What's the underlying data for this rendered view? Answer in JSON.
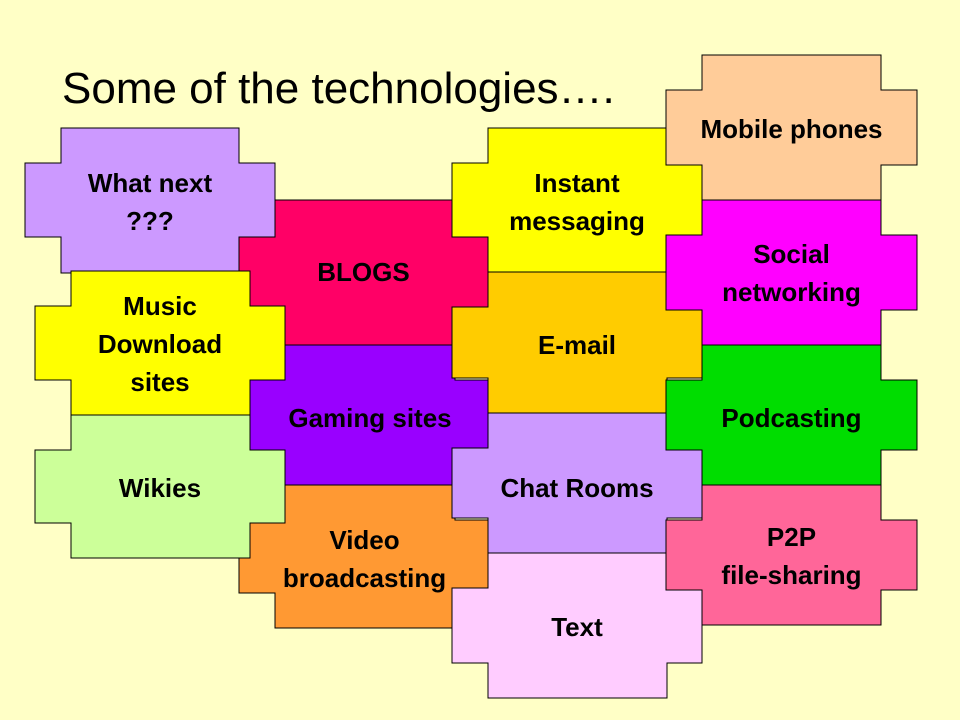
{
  "title": "Some of the technologies….",
  "pieces": [
    {
      "id": "blogs",
      "lines": [
        "BLOGS"
      ],
      "color": "#FF0066"
    },
    {
      "id": "video",
      "lines": [
        "Video",
        "broadcasting"
      ],
      "color": "#FF9933"
    },
    {
      "id": "gaming",
      "lines": [
        "Gaming sites"
      ],
      "color": "#9900FF"
    },
    {
      "id": "instant",
      "lines": [
        "Instant",
        "messaging"
      ],
      "color": "#FFFF00"
    },
    {
      "id": "email",
      "lines": [
        "E-mail"
      ],
      "color": "#FFCC00"
    },
    {
      "id": "text",
      "lines": [
        "Text"
      ],
      "color": "#FFCCFF"
    },
    {
      "id": "chat",
      "lines": [
        "Chat Rooms"
      ],
      "color": "#CC99FF"
    },
    {
      "id": "whatnext",
      "lines": [
        "What next",
        "???"
      ],
      "color": "#CC99FF"
    },
    {
      "id": "music",
      "lines": [
        "Music",
        "Download",
        "sites"
      ],
      "color": "#FFFF00"
    },
    {
      "id": "wikies",
      "lines": [
        "Wikies"
      ],
      "color": "#CCFF99"
    },
    {
      "id": "mobile",
      "lines": [
        "Mobile phones"
      ],
      "color": "#FFCC99"
    },
    {
      "id": "social",
      "lines": [
        "Social",
        "networking"
      ],
      "color": "#FF00FF"
    },
    {
      "id": "podcasting",
      "lines": [
        "Podcasting"
      ],
      "color": "#00DD00"
    },
    {
      "id": "p2p",
      "lines": [
        "P2P",
        "file-sharing"
      ],
      "color": "#FF6699"
    }
  ]
}
